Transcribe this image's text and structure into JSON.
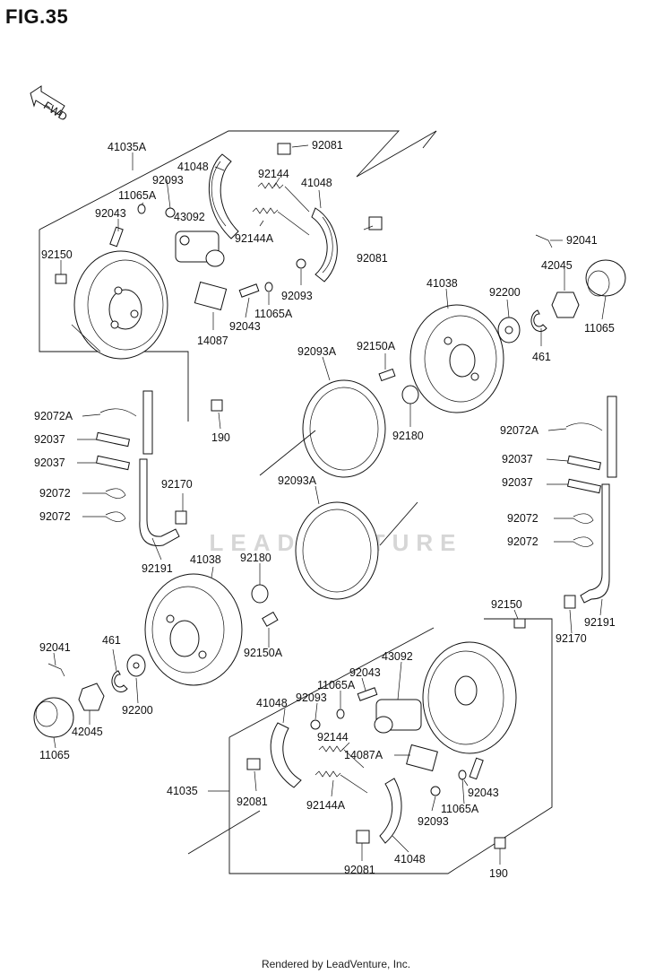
{
  "figure": {
    "title": "FIG.35",
    "fwd_label": "FWD",
    "footer": "Rendered by LeadVenture, Inc.",
    "watermark": "LEADVENTURE"
  },
  "labels": [
    {
      "id": "p-41035a",
      "text": "41035A"
    },
    {
      "id": "p-92081-a",
      "text": "92081"
    },
    {
      "id": "p-41048-a",
      "text": "41048"
    },
    {
      "id": "p-92093-a",
      "text": "92093"
    },
    {
      "id": "p-92144-a",
      "text": "92144"
    },
    {
      "id": "p-41048-b",
      "text": "41048"
    },
    {
      "id": "p-11065a-a",
      "text": "11065A"
    },
    {
      "id": "p-92043-a",
      "text": "92043"
    },
    {
      "id": "p-43092-a",
      "text": "43092"
    },
    {
      "id": "p-92144a-a",
      "text": "92144A"
    },
    {
      "id": "p-92081-b",
      "text": "92081"
    },
    {
      "id": "p-92150-a",
      "text": "92150"
    },
    {
      "id": "p-92093-b",
      "text": "92093"
    },
    {
      "id": "p-92043-b",
      "text": "92043"
    },
    {
      "id": "p-11065a-b",
      "text": "11065A"
    },
    {
      "id": "p-14087-a",
      "text": "14087"
    },
    {
      "id": "p-92041-a",
      "text": "92041"
    },
    {
      "id": "p-42045-a",
      "text": "42045"
    },
    {
      "id": "p-41038-a",
      "text": "41038"
    },
    {
      "id": "p-92200-a",
      "text": "92200"
    },
    {
      "id": "p-11065-a",
      "text": "11065"
    },
    {
      "id": "p-461-a",
      "text": "461"
    },
    {
      "id": "p-92150a-a",
      "text": "92150A"
    },
    {
      "id": "p-92093a-a",
      "text": "92093A"
    },
    {
      "id": "p-190-a",
      "text": "190"
    },
    {
      "id": "p-92180-a",
      "text": "92180"
    },
    {
      "id": "p-92072a-a",
      "text": "92072A"
    },
    {
      "id": "p-92037-a",
      "text": "92037"
    },
    {
      "id": "p-92037-b",
      "text": "92037"
    },
    {
      "id": "p-92072-a",
      "text": "92072"
    },
    {
      "id": "p-92072-b",
      "text": "92072"
    },
    {
      "id": "p-92170-a",
      "text": "92170"
    },
    {
      "id": "p-92093a-b",
      "text": "92093A"
    },
    {
      "id": "p-92072a-b",
      "text": "92072A"
    },
    {
      "id": "p-92037-c",
      "text": "92037"
    },
    {
      "id": "p-92037-d",
      "text": "92037"
    },
    {
      "id": "p-92072-c",
      "text": "92072"
    },
    {
      "id": "p-92072-d",
      "text": "92072"
    },
    {
      "id": "p-92191-a",
      "text": "92191"
    },
    {
      "id": "p-41038-b",
      "text": "41038"
    },
    {
      "id": "p-92180-b",
      "text": "92180"
    },
    {
      "id": "p-92150a-b",
      "text": "92150A"
    },
    {
      "id": "p-92150-b",
      "text": "92150"
    },
    {
      "id": "p-92191-b",
      "text": "92191"
    },
    {
      "id": "p-92170-b",
      "text": "92170"
    },
    {
      "id": "p-92041-b",
      "text": "92041"
    },
    {
      "id": "p-461-b",
      "text": "461"
    },
    {
      "id": "p-92200-b",
      "text": "92200"
    },
    {
      "id": "p-42045-b",
      "text": "42045"
    },
    {
      "id": "p-11065-b",
      "text": "11065"
    },
    {
      "id": "p-43092-b",
      "text": "43092"
    },
    {
      "id": "p-92043-c",
      "text": "92043"
    },
    {
      "id": "p-11065a-c",
      "text": "11065A"
    },
    {
      "id": "p-41048-c",
      "text": "41048"
    },
    {
      "id": "p-92093-c",
      "text": "92093"
    },
    {
      "id": "p-92144-b",
      "text": "92144"
    },
    {
      "id": "p-14087a-a",
      "text": "14087A"
    },
    {
      "id": "p-41035-a",
      "text": "41035"
    },
    {
      "id": "p-92081-c",
      "text": "92081"
    },
    {
      "id": "p-92144a-b",
      "text": "92144A"
    },
    {
      "id": "p-92043-d",
      "text": "92043"
    },
    {
      "id": "p-11065a-d",
      "text": "11065A"
    },
    {
      "id": "p-92093-d",
      "text": "92093"
    },
    {
      "id": "p-92081-d",
      "text": "92081"
    },
    {
      "id": "p-41048-d",
      "text": "41048"
    },
    {
      "id": "p-190-b",
      "text": "190"
    }
  ]
}
